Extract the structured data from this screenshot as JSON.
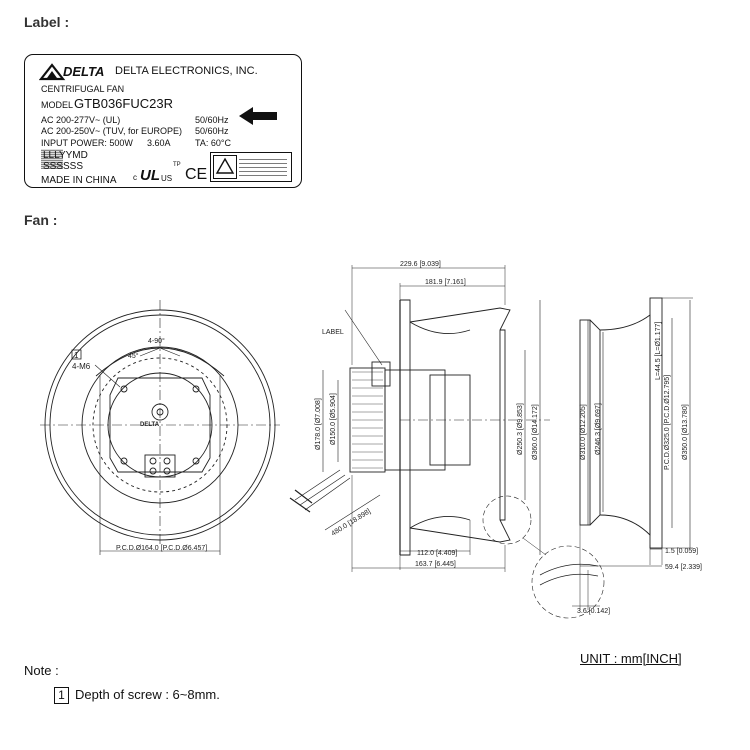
{
  "headings": {
    "label": "Label :",
    "fan": "Fan :"
  },
  "label_card": {
    "brand": "DELTA",
    "company": "DELTA ELECTRONICS, INC.",
    "product_type": "CENTRIFUGAL FAN",
    "model_prefix": "MODEL",
    "model": "GTB036FUC23R",
    "ac_line1": "AC 200-277V~  (UL)",
    "ac_line1_freq": "50/60Hz",
    "ac_line2": "AC 200-250V~  (TUV, for EUROPE)",
    "ac_line2_freq": "50/60Hz",
    "input_power": "INPUT POWER: 500W",
    "current": "3.60A",
    "ta": "TA: 60°C",
    "date_code": "LLLYYMD",
    "serial": "SSSSSS",
    "origin": "MADE IN CHINA",
    "ul_c": "c",
    "ul_mark": "UL",
    "ul_us": "US",
    "ce_mark": "CE",
    "tp_mark": "TP",
    "arrow_icon": "left-arrow-icon"
  },
  "drawing": {
    "front_view": {
      "screw_note_num": "1",
      "screw_note": "4-M6",
      "angle_4x90": "4-90°",
      "angle_45": "45°",
      "pcd_inner": "P.C.D.Ø164.0 [P.C.D.Ø6.457]",
      "hub_brand": "DELTA"
    },
    "side_view": {
      "label_callout": "LABEL",
      "dim_229": "229.6 [9.039]",
      "dim_181": "181.9 [7.161]",
      "dim_178": "Ø178.0 [Ø7.008]",
      "dim_150": "Ø150.0 [Ø5.904]",
      "dim_250": "Ø250.3 [Ø9.853]",
      "dim_360": "Ø360.0 [Ø14.172]",
      "dim_cable": "480.0 [18.898]",
      "dim_112": "112.0 [4.409]",
      "dim_163": "163.7 [6.445]",
      "dim_3_6": "3.6 [0.142]"
    },
    "right_view": {
      "dim_44": "L=44.5 [L=Ø1.177]",
      "dim_310": "Ø310.0 [Ø12.205]",
      "dim_246": "Ø246.3 [Ø9.697]",
      "dim_pcd325": "P.C.D.Ø325.0 [P.C.D.Ø12.795]",
      "dim_350": "Ø350.0 [Ø13.780]",
      "dim_1_5": "1.5 [0.059]",
      "dim_59": "59.4 [2.339]"
    }
  },
  "footer": {
    "unit": "UNIT : mm[INCH]",
    "note_title": "Note :",
    "note_num": "1",
    "note_text": "Depth of screw : 6~8mm."
  }
}
